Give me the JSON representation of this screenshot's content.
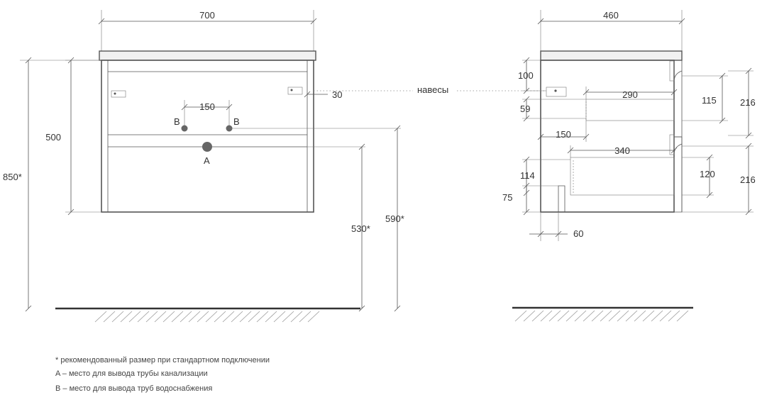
{
  "front_view": {
    "width": "700",
    "height_total": "850*",
    "height_body": "500",
    "pipe_spacing": "150",
    "hanger_offset": "30",
    "height_a": "530*",
    "height_b": "590*",
    "label_a": "A",
    "label_b_left": "B",
    "label_b_right": "B"
  },
  "side_view": {
    "depth": "460",
    "hanger_top": "100",
    "hangers_label": "навесы",
    "drawer1_depth": "290",
    "drawer1_inner": "115",
    "drawer1_front": "216",
    "drawer1_gap": "59",
    "offset_150": "150",
    "drawer2_depth": "340",
    "drawer2_left": "114",
    "drawer2_inner": "120",
    "drawer2_front": "216",
    "bottom_75": "75",
    "bottom_60": "60"
  },
  "notes": [
    "* рекомендованный размер при стандартном подключении",
    "A – место для вывода трубы канализации",
    "B – место для вывода труб водоснабжения"
  ],
  "colors": {
    "line": "#555555",
    "pipe": "#666666"
  }
}
